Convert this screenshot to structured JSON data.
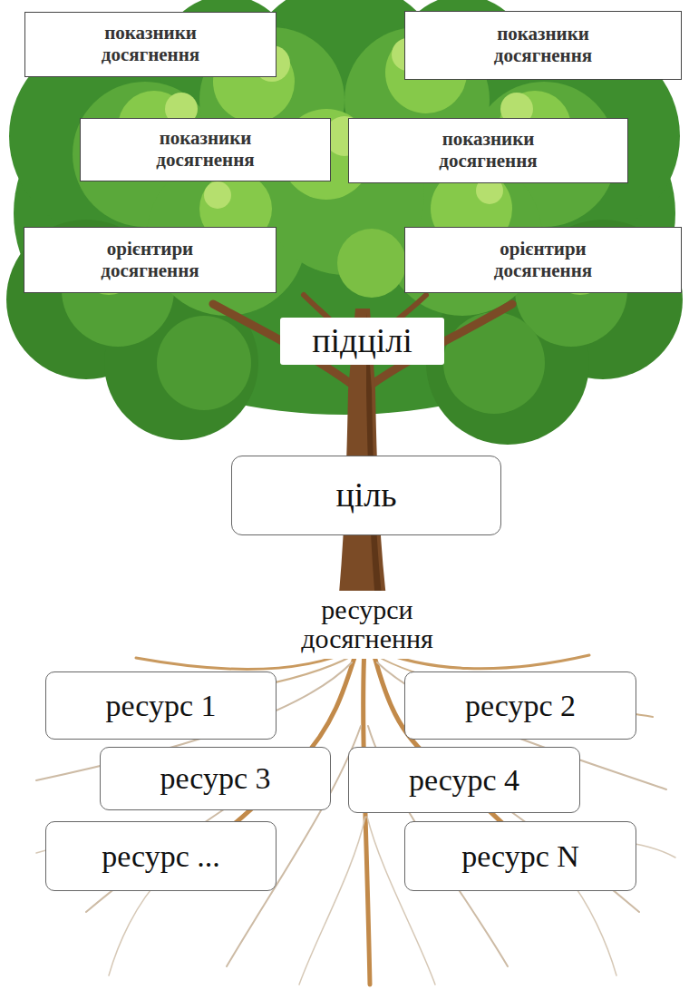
{
  "diagram": {
    "nodes": [
      {
        "text": [
          "показники досягнення"
        ]
      },
      {
        "text": [
          "показники досягнення"
        ]
      },
      {
        "text": [
          "показники досягнення"
        ]
      },
      {
        "text": [
          "показники досягнення"
        ]
      },
      {
        "text": [
          "орієнтири досягнення"
        ]
      },
      {
        "text": [
          "орієнтири досягнення"
        ]
      },
      {
        "text": [
          "підцілі"
        ]
      },
      {
        "text": [
          "ціль"
        ]
      },
      {
        "text": [
          "ресурси досягнення"
        ]
      },
      {
        "text": [
          "ресурс 1"
        ]
      },
      {
        "text": [
          "ресурс 2"
        ]
      },
      {
        "text": [
          "ресурс 3"
        ]
      },
      {
        "text": [
          "ресурс 4"
        ]
      },
      {
        "text": [
          "ресурс ..."
        ]
      },
      {
        "text": [
          "ресурс N"
        ]
      }
    ]
  }
}
